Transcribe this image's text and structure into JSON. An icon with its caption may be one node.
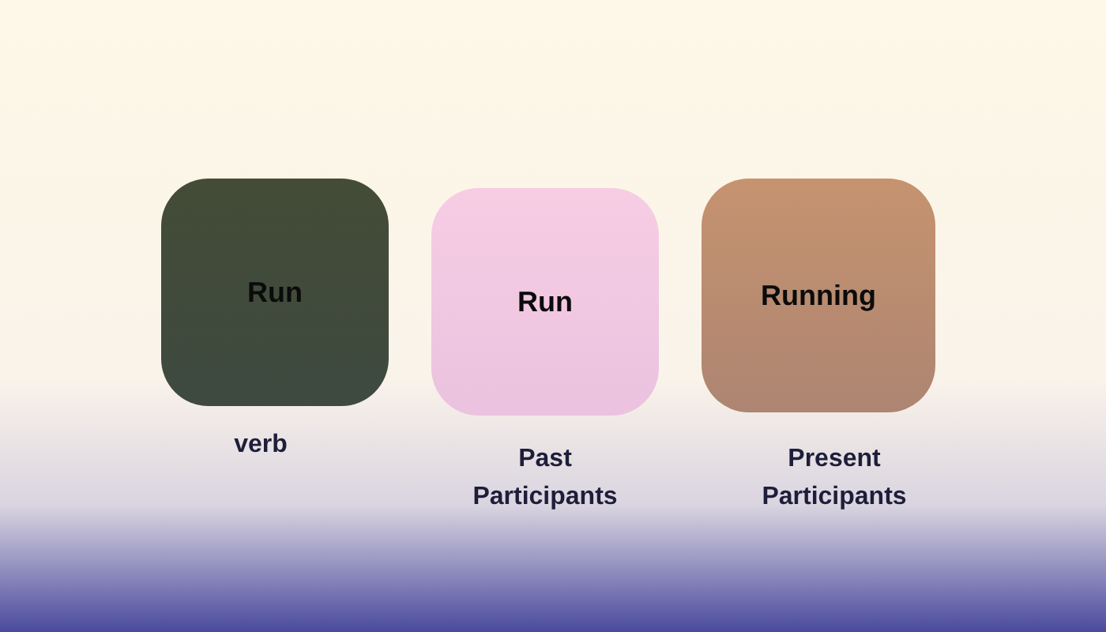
{
  "diagram": {
    "nodes": [
      {
        "text": [
          "Run"
        ],
        "beside": [
          "verb"
        ]
      },
      {
        "text": [
          "Run"
        ],
        "beside": [
          "Past Participants"
        ]
      },
      {
        "text": [
          "Running"
        ],
        "beside": [
          "Present Participants"
        ]
      }
    ]
  }
}
